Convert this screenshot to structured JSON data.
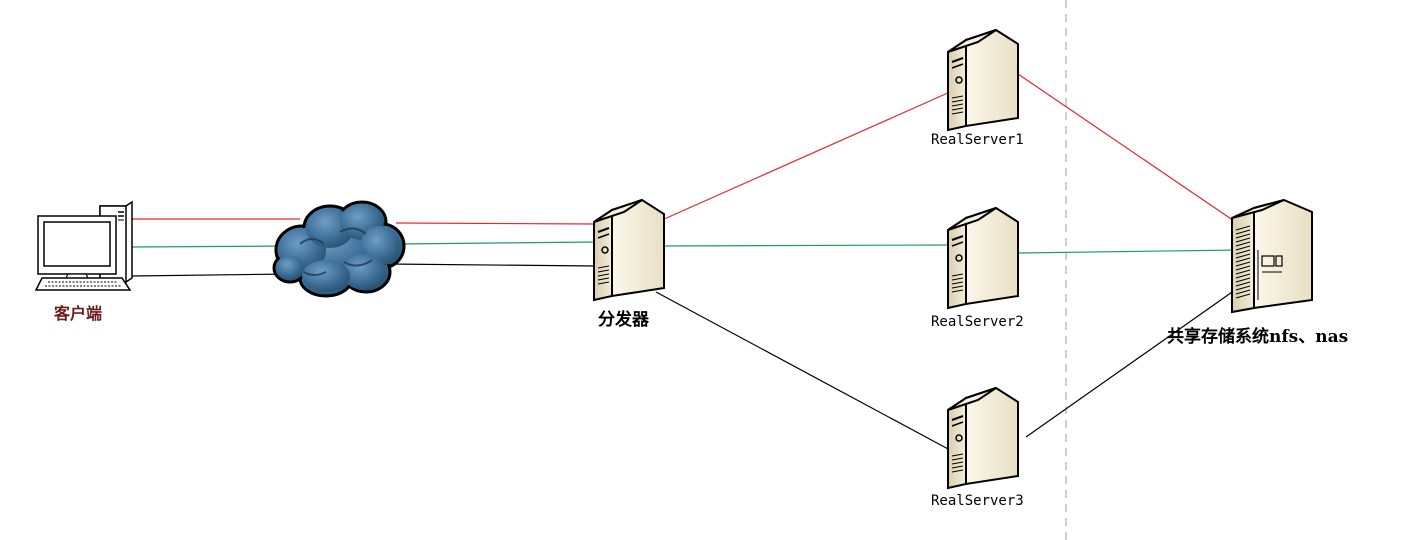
{
  "nodes": {
    "client": {
      "label": "客户端"
    },
    "distributor": {
      "label": "分发器"
    },
    "realservers": [
      {
        "label": "RealServer1"
      },
      {
        "label": "RealServer2"
      },
      {
        "label": "RealServer3"
      }
    ],
    "storage": {
      "label": "共享存储系统nfs、nas"
    }
  },
  "link_colors": {
    "server1_path": "#e8262b",
    "server2_path": "#1aa05a",
    "server3_path": "#000000"
  },
  "icons": {
    "client": "desktop-computer-icon",
    "network": "cloud-icon",
    "distributor": "server-tower-icon",
    "realserver": "server-tower-icon",
    "storage": "storage-cabinet-icon"
  }
}
